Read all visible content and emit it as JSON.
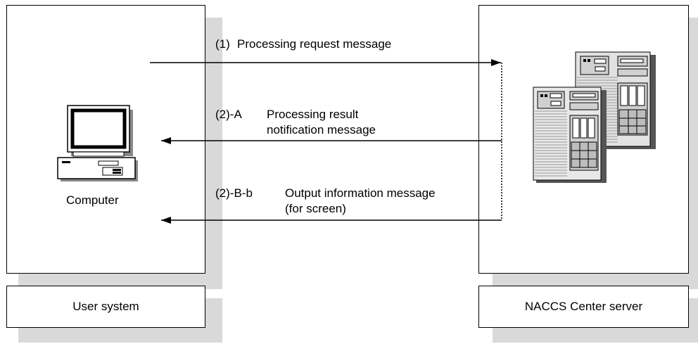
{
  "left_panel": {
    "device_label": "Computer",
    "caption": "User system"
  },
  "right_panel": {
    "caption": "NACCS Center server"
  },
  "messages": [
    {
      "id": "(1)",
      "lines": [
        "Processing request message"
      ],
      "direction": "user-to-server"
    },
    {
      "id": "(2)-A",
      "lines": [
        "Processing result",
        "notification message"
      ],
      "direction": "server-to-user"
    },
    {
      "id": "(2)-B-b",
      "lines": [
        "Output information message",
        "(for screen)"
      ],
      "direction": "server-to-user"
    }
  ],
  "colors": {
    "border": "#000000",
    "shadow": "#d9d9d9",
    "device_body": "#ffffff",
    "server_body": "#dcdcdc"
  }
}
